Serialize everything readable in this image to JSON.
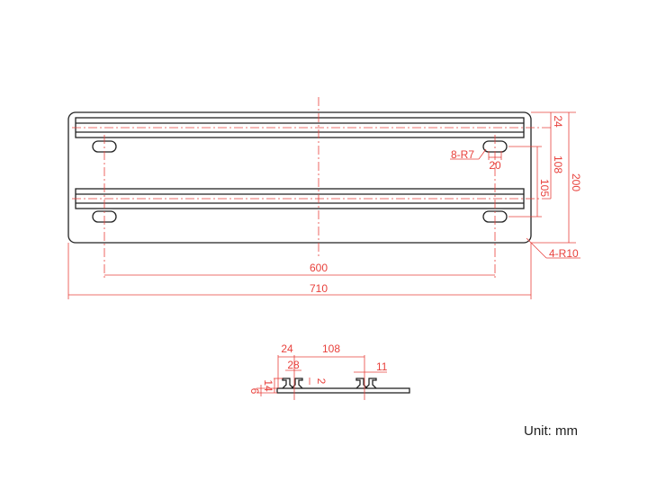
{
  "dimensions": {
    "top_view": {
      "rail_offset": "24",
      "rail_spacing": "108",
      "slot_spacing_vertical": "105",
      "overall_height": "200",
      "slot_radius": "8-R7",
      "slot_length": "20",
      "corner_radius": "4-R10",
      "slot_spacing_horizontal": "600",
      "overall_width": "710"
    },
    "section_view": {
      "rail_offset": "24",
      "rail_spacing": "108",
      "rail_width": "28",
      "rail_lip": "2",
      "rail_gap": "11",
      "rail_height": "14",
      "plate_thickness": "6"
    }
  },
  "colors": {
    "dimension": "#e8413c",
    "outline": "#222222"
  },
  "unit_label": "Unit: mm"
}
